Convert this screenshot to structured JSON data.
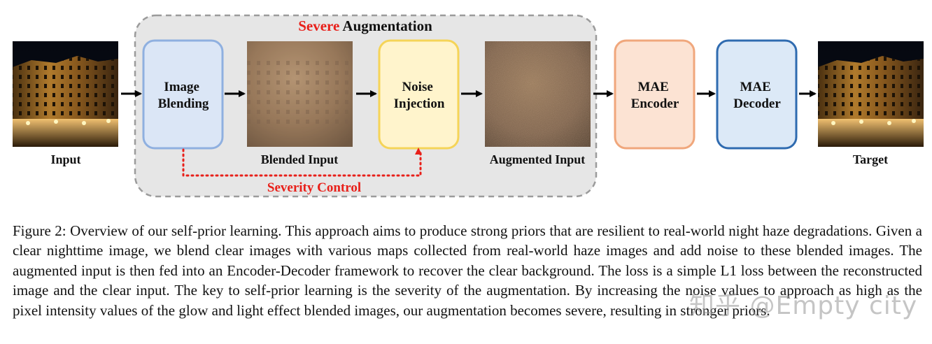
{
  "diagram": {
    "group_title_highlight": "Severe",
    "group_title_rest": " Augmentation",
    "severity_control": "Severity Control",
    "nodes": {
      "input_label": "Input",
      "image_blending": [
        "Image",
        "Blending"
      ],
      "blended_input_label": "Blended Input",
      "noise_injection": [
        "Noise",
        "Injection"
      ],
      "augmented_input_label": "Augmented Input",
      "mae_encoder": [
        "MAE",
        "Encoder"
      ],
      "mae_decoder": [
        "MAE",
        "Decoder"
      ],
      "target_label": "Target"
    },
    "colors": {
      "highlight_red": "#e8201a",
      "group_bg": "#e6e6e6",
      "blending_fill": "#dbe6f6",
      "blending_stroke": "#8fb0e0",
      "noise_fill": "#fff4cc",
      "noise_stroke": "#f5d458",
      "encoder_fill": "#fce3d3",
      "encoder_stroke": "#f0a77c",
      "decoder_fill": "#dce9f7",
      "decoder_stroke": "#2f6bb0"
    }
  },
  "caption": "Figure 2: Overview of our self-prior learning. This approach aims to produce strong priors that are resilient to real-world night haze degradations. Given a clear nighttime image, we blend clear images with various maps collected from real-world haze images and add noise to these blended images. The augmented input is then fed into an Encoder-Decoder framework to recover the clear background. The loss is a simple L1 loss between the reconstructed image and the clear input. The key to self-prior learning is the severity of the augmentation. By increasing the noise values to approach as high as the pixel intensity values of the glow and light effect blended images, our augmentation becomes severe, resulting in stronger priors.",
  "watermark": "知乎 @Empty city"
}
